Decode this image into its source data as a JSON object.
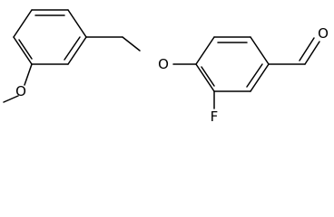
{
  "molecule": {
    "atoms": {
      "o_ether_methoxy": "O",
      "o_ether_benzyl": "O",
      "fluorine": "F",
      "o_aldehyde": "O"
    }
  }
}
